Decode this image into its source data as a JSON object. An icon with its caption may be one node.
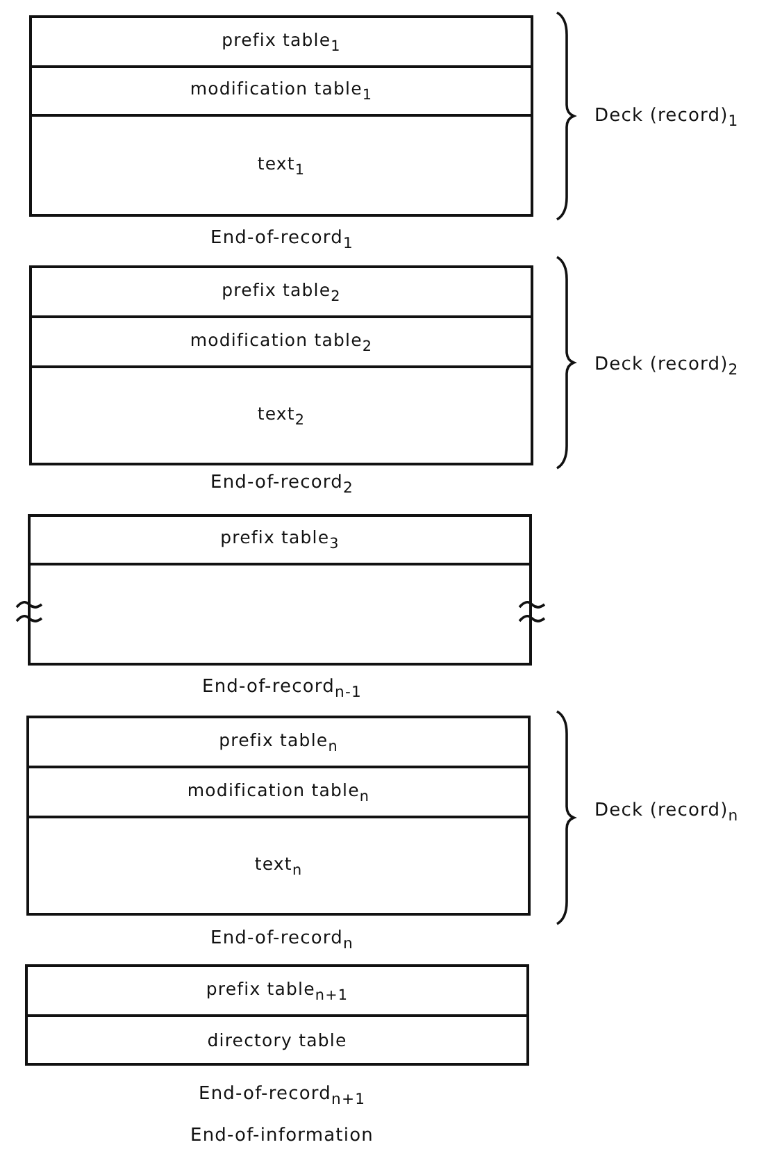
{
  "diagram": {
    "nodes": [
      {
        "text": [
          "prefix table$_{1}$"
        ]
      },
      {
        "text": [
          "modification table$_{1}$"
        ]
      },
      {
        "text": [
          "text$_{1}$"
        ]
      },
      {
        "text": [
          "prefix table$_{2}$"
        ]
      },
      {
        "text": [
          "modification table$_{2}$"
        ]
      },
      {
        "text": [
          "text$_{2}$"
        ]
      },
      {
        "text": [
          "prefix table$_{3}$"
        ]
      },
      {
        "text": [],
        "shape": "box"
      },
      {
        "text": [
          "prefix table$_{n}$"
        ]
      },
      {
        "text": [
          "modification table$_{n}$"
        ]
      },
      {
        "text": [
          "text$_{n}$"
        ]
      },
      {
        "text": [
          "prefix table$_{n+1}$"
        ]
      },
      {
        "text": [
          "directory table"
        ]
      }
    ],
    "edges": [],
    "labels": [
      "Deck (record)$_{1}$",
      "End-of-record$_{1}$",
      "Deck (record)$_{2}$",
      "End-of-record$_{2}$",
      "End-of-record$_{n-1}$",
      "Deck (record)$_{n}$",
      "End-of-record$_{n}$",
      "End-of-record$_{n+1}$",
      "End-of-information"
    ]
  }
}
